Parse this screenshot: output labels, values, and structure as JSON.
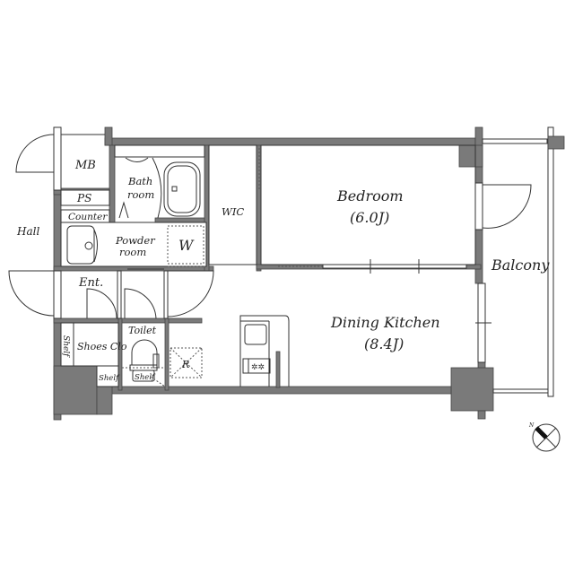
{
  "plan": {
    "rooms": {
      "mb": "MB",
      "ps": "PS",
      "counter": "Counter",
      "hall": "Hall",
      "bath_line1": "Bath",
      "bath_line2": "room",
      "powder_line1": "Powder",
      "powder_line2": "room",
      "washer": "W",
      "wic": "WIC",
      "bedroom": "Bedroom",
      "bedroom_size": "(6.0J)",
      "balcony": "Balcony",
      "entrance": "Ent.",
      "shelf_vertical": "Shelf",
      "shoes_closet": "Shoes Clo",
      "shelf_small": "Shelf",
      "toilet": "Toilet",
      "toilet_shelf": "Shelf",
      "refrigerator": "R",
      "dining_kitchen": "Dining Kitchen",
      "dining_kitchen_size": "(8.4J)"
    },
    "compass": {
      "north_label": "N"
    },
    "colors": {
      "wall": "#7a7a7a",
      "line": "#333333",
      "background": "#ffffff"
    }
  }
}
